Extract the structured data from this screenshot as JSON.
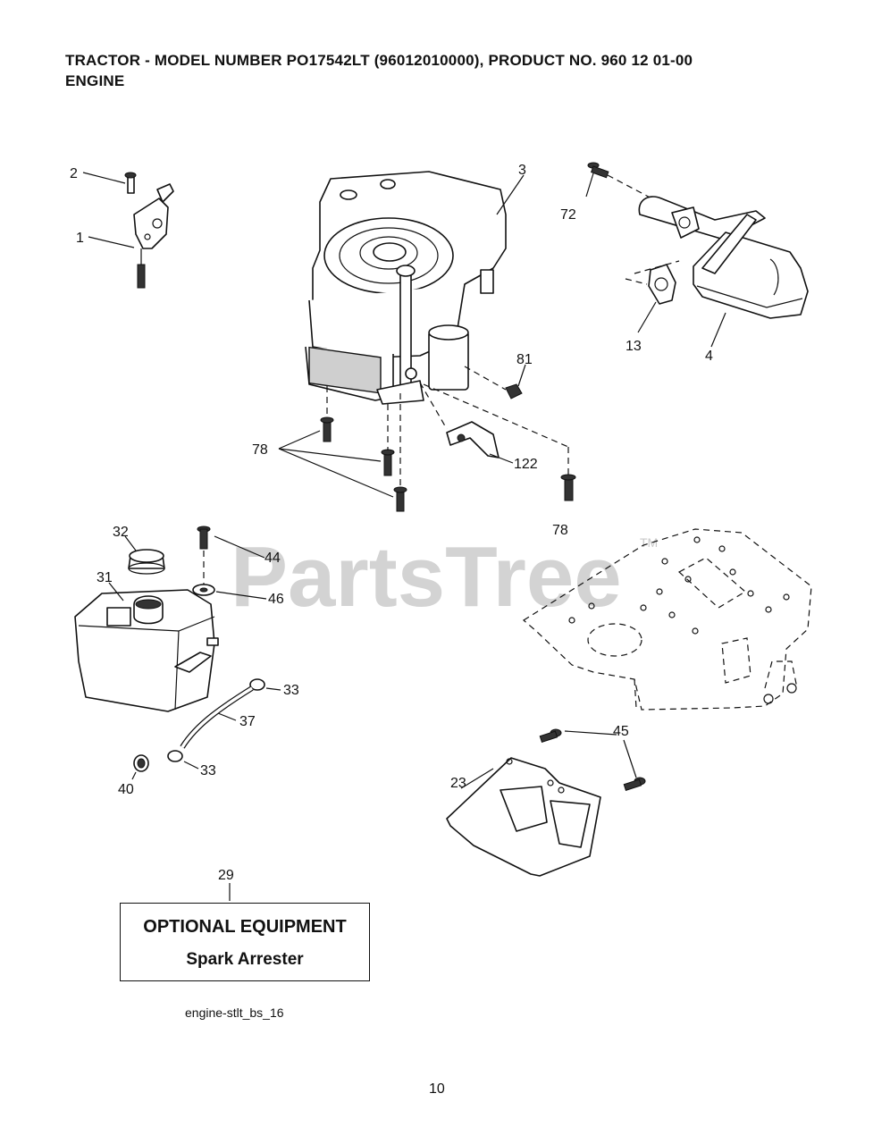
{
  "header": {
    "line1": "TRACTOR  - MODEL NUMBER  PO17542LT (96012010000), PRODUCT NO. 960 12 01-00",
    "line2": "ENGINE"
  },
  "watermark": {
    "text": "PartsTree",
    "tm": "TM"
  },
  "callouts": {
    "c1": "1",
    "c2": "2",
    "c3": "3",
    "c4": "4",
    "c13": "13",
    "c23": "23",
    "c29": "29",
    "c31": "31",
    "c32": "32",
    "c33a": "33",
    "c33b": "33",
    "c37": "37",
    "c40": "40",
    "c44": "44",
    "c45": "45",
    "c46": "46",
    "c72": "72",
    "c78a": "78",
    "c78b": "78",
    "c81": "81",
    "c122": "122"
  },
  "optional_box": {
    "line1": "OPTIONAL EQUIPMENT",
    "line2": "Spark Arrester"
  },
  "figure_ref": "engine-stlt_bs_16",
  "page_number": "10"
}
